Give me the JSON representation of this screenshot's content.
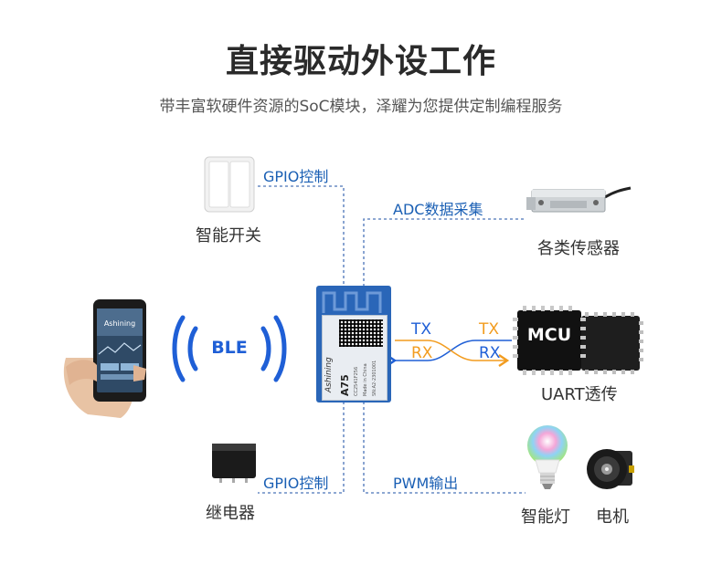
{
  "header": {
    "title": "直接驱动外设工作",
    "subtitle": "带丰富软硬件资源的SoC模块，泽耀为您提供定制编程服务"
  },
  "module": {
    "brand": "Ashining",
    "model": "A75",
    "lines": [
      "CC2541F256",
      "Made in China",
      "SN:A2-2301001"
    ]
  },
  "ble": {
    "label": "BLE"
  },
  "phone": {
    "app_text": "Ashining"
  },
  "devices": {
    "smart_switch": {
      "label": "智能开关",
      "interface": "GPIO控制"
    },
    "relay": {
      "label": "继电器",
      "interface": "GPIO控制"
    },
    "sensor": {
      "label": "各类传感器",
      "interface": "ADC数据采集"
    },
    "mcu": {
      "label": "UART透传",
      "chip_text": "MCU"
    },
    "smart_light": {
      "label": "智能灯",
      "interface": "PWM输出"
    },
    "motor": {
      "label": "电机"
    }
  },
  "uart": {
    "left_tx": "TX",
    "left_rx": "RX",
    "right_tx": "TX",
    "right_rx": "RX"
  },
  "colors": {
    "blue": "#1f5fd6",
    "orange": "#f29c1f",
    "module_blue": "#2a66b8",
    "line_blue": "#3d6fb5"
  }
}
